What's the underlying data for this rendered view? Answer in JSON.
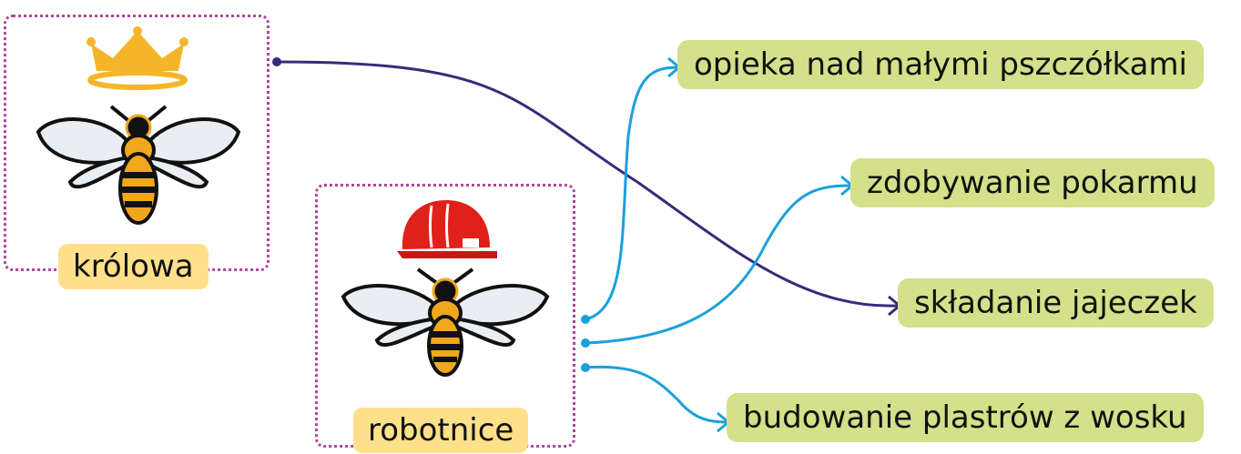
{
  "roles": {
    "queen": {
      "label": "królowa",
      "icon": "crown-icon"
    },
    "workers": {
      "label": "robotnice",
      "icon": "hard-hat-icon"
    }
  },
  "tasks": [
    "opieka nad małymi pszczółkami",
    "zdobywanie pokarmu",
    "składanie jajeczek",
    "budowanie plastrów z wosku"
  ],
  "connections": [
    {
      "from": "królowa",
      "to": "składanie jajeczek"
    },
    {
      "from": "robotnice",
      "to": "opieka nad małymi pszczółkami"
    },
    {
      "from": "robotnice",
      "to": "zdobywanie pokarmu"
    },
    {
      "from": "robotnice",
      "to": "budowanie plastrów z wosku"
    }
  ],
  "colors": {
    "queen_line": "#3a2a7a",
    "worker_line": "#1ba0dc",
    "frame": "#b0459e",
    "role_label_bg": "#ffe08a",
    "task_bg": "#d4e08a",
    "crown": "#f5b52a",
    "hard_hat": "#e0201b",
    "bee_body": "#f0a71c"
  }
}
